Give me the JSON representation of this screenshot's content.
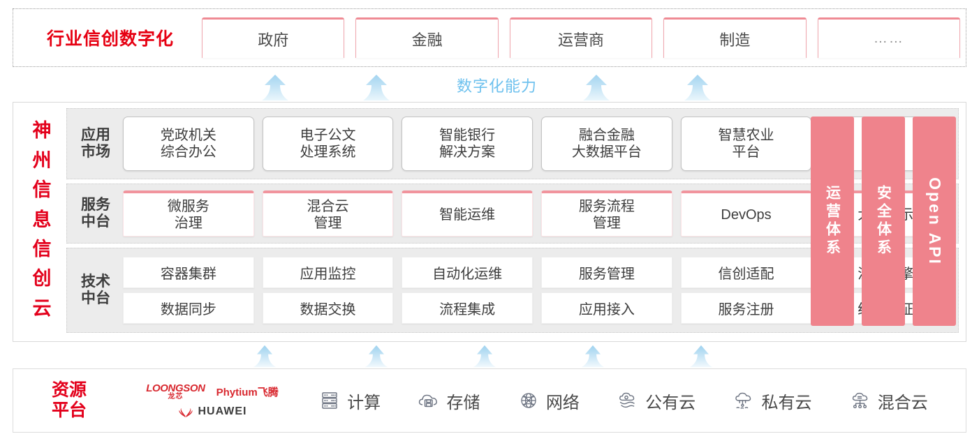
{
  "industry": {
    "title": "行业信创数字化",
    "cards": [
      "政府",
      "金融",
      "运营商",
      "制造",
      "……"
    ]
  },
  "capability": {
    "label": "数字化能力",
    "arrow_icon": "arrow-up-icon",
    "top_arrow_count": 4,
    "bottom_arrow_count": 5
  },
  "cloud": {
    "vertical_title": [
      "神",
      "州",
      "信",
      "息",
      "信",
      "创",
      "云"
    ],
    "layers": [
      {
        "id": "app-market",
        "label": "应用\n市场",
        "label_line1": "应用",
        "label_line2": "市场",
        "cards": [
          {
            "line1": "党政机关",
            "line2": "综合办公"
          },
          {
            "line1": "电子公文",
            "line2": "处理系统"
          },
          {
            "line1": "智能银行",
            "line2": "解决方案"
          },
          {
            "line1": "融合金融",
            "line2": "大数据平台"
          },
          {
            "line1": "智慧农业",
            "line2": "平台"
          },
          {
            "line1": "……",
            "line2": ""
          }
        ]
      },
      {
        "id": "service-platform",
        "label_line1": "服务",
        "label_line2": "中台",
        "cards": [
          {
            "line1": "微服务",
            "line2": "治理"
          },
          {
            "line1": "混合云",
            "line2": "管理"
          },
          {
            "line1": "智能运维",
            "line2": ""
          },
          {
            "line1": "服务流程",
            "line2": "管理"
          },
          {
            "line1": "DevOps",
            "line2": ""
          },
          {
            "line1": "大屏展示",
            "line2": ""
          }
        ]
      },
      {
        "id": "tech-platform",
        "label_line1": "技术",
        "label_line2": "中台",
        "row1": [
          "容器集群",
          "应用监控",
          "自动化运维",
          "服务管理",
          "信创适配",
          "流程引擎"
        ],
        "row2": [
          "数据同步",
          "数据交换",
          "流程集成",
          "应用接入",
          "服务注册",
          "统一认证"
        ]
      }
    ],
    "pillars": [
      {
        "text": "运营体系",
        "type": "cn"
      },
      {
        "text": "安全体系",
        "type": "cn"
      },
      {
        "text": "Open API",
        "type": "en"
      }
    ]
  },
  "resource": {
    "title_line1": "资源",
    "title_line2": "平台",
    "vendors": [
      {
        "name_en": "LOONGSON",
        "name_cn": "龙芯"
      },
      {
        "name": "Phytium飞腾"
      },
      {
        "name": "HUAWEI"
      }
    ],
    "items": [
      {
        "label": "计算",
        "icon": "server-icon"
      },
      {
        "label": "存储",
        "icon": "cloud-storage-icon"
      },
      {
        "label": "网络",
        "icon": "network-globe-icon"
      },
      {
        "label": "公有云",
        "icon": "public-cloud-icon"
      },
      {
        "label": "私有云",
        "icon": "private-cloud-icon"
      },
      {
        "label": "混合云",
        "icon": "hybrid-cloud-icon"
      }
    ]
  },
  "colors": {
    "brand_red": "#e3001b",
    "pillar_pink": "#ef838c",
    "card_pink_border": "#f1949d",
    "arrow_blue": "#a9d9f3",
    "capability_text": "#6ec1ee",
    "band_gray": "#ececec"
  }
}
